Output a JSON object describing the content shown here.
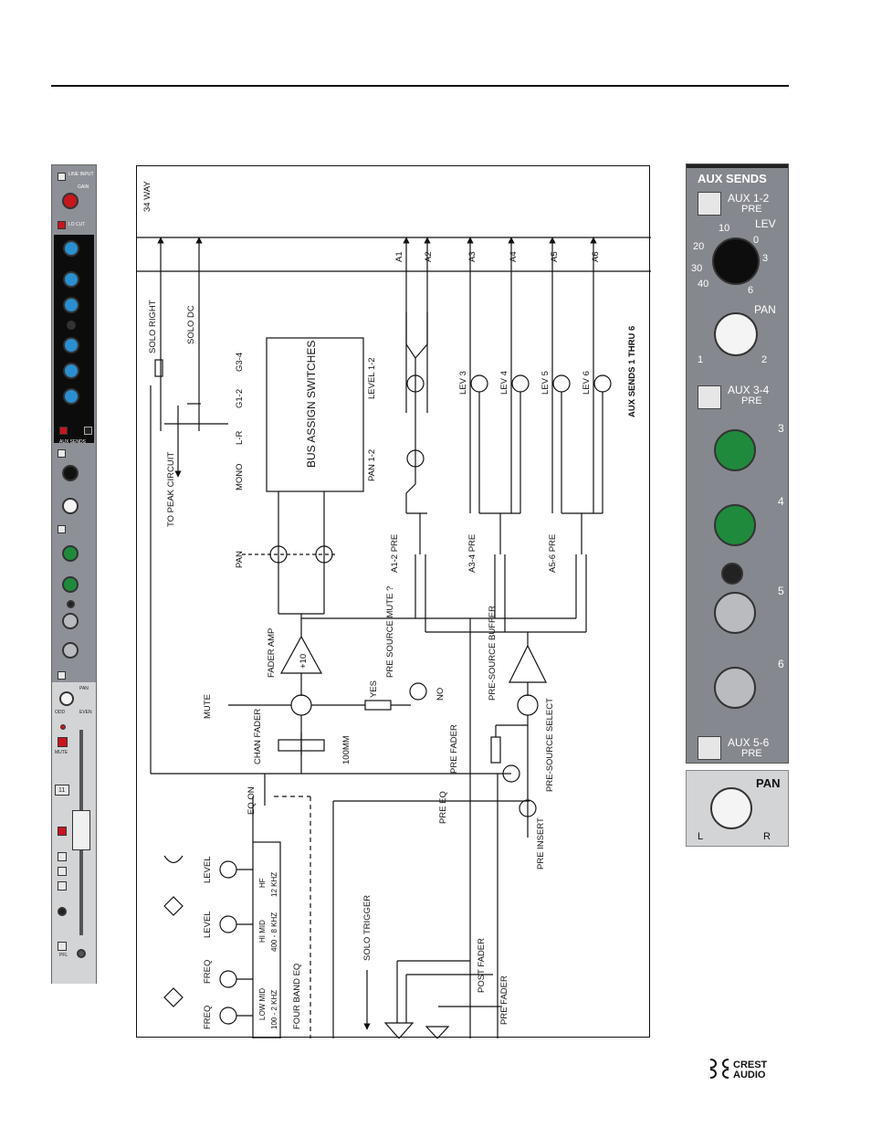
{
  "strip": {
    "line_input": "LINE INPUT",
    "gain": "GAIN",
    "lo_cut": "LO CUT",
    "aux_sends": "AUX SENDS",
    "mute": "MUTE",
    "channel_number": "11",
    "pan": "PAN",
    "odd": "ODD",
    "even": "EVEN",
    "pfl": "PFL"
  },
  "diagram": {
    "title": "34 WAY",
    "solo_right": "SOLO RIGHT",
    "solo_dc": "SOLO DC",
    "to_peak_circuit": "TO PEAK CIRCUIT",
    "bus_assign_switches": "BUS ASSIGN SWITCHES",
    "bus_labels": [
      "G3-4",
      "G1-2",
      "L-R",
      "MONO"
    ],
    "pan": "PAN",
    "aux_outputs": [
      "A1",
      "A2",
      "A3",
      "A4",
      "A5",
      "A6"
    ],
    "level_1_2": "LEVEL 1-2",
    "pan_1_2": "PAN 1-2",
    "lev_labels": [
      "LEV 3",
      "LEV 4",
      "LEV 5",
      "LEV 6"
    ],
    "aux_sends_1_thru_6": "AUX SENDS 1 THRU 6",
    "pre_labels": [
      "A1-2 PRE",
      "A3-4 PRE",
      "A5-6 PRE"
    ],
    "fader_amp": "FADER AMP",
    "gain_10": "+10",
    "mute": "MUTE",
    "yes": "YES",
    "no": "NO",
    "pre_source_mute": "PRE SOURCE MUTE ?",
    "pre_source_buffer": "PRE-SOURCE BUFFER",
    "chan_fader": "CHAN FADER",
    "mm100": "100MM",
    "pre_fader": "PRE FADER",
    "pre_source_select": "PRE-SOURCE SELECT",
    "eq_on": "EQ ON",
    "pre_eq": "PRE EQ",
    "pre_insert": "PRE INSERT",
    "eq_level": "LEVEL",
    "eq_freq": "FREQ",
    "hf": "HF",
    "hf_freq": "12 KHZ",
    "hi_mid": "HI MID",
    "hi_mid_freq": "400 - 8 KHZ",
    "low_mid": "LOW MID",
    "low_mid_freq": "100 - 2 KHZ",
    "four_band_eq": "FOUR BAND EQ",
    "solo_trigger": "SOLO TRIGGER",
    "post_fader": "POST FADER",
    "pre_fader_2": "PRE FADER"
  },
  "aux_panel": {
    "title": "AUX SENDS",
    "aux_1_2": "AUX 1-2",
    "pre": "PRE",
    "lev": "LEV",
    "pan": "PAN",
    "aux_3_4": "AUX 3-4",
    "aux_5_6": "AUX 5-6",
    "pan_left": "1",
    "pan_right": "2",
    "send_numbers": [
      "3",
      "4",
      "5",
      "6"
    ],
    "scale": [
      "10",
      "20",
      "30",
      "40",
      "0",
      "3",
      "6"
    ]
  },
  "pan_panel": {
    "title": "PAN",
    "left": "L",
    "right": "R"
  },
  "logo": {
    "line1": "CREST",
    "line2": "AUDIO"
  },
  "colors": {
    "panel_gray": "#85888e",
    "knob_green": "#1f8a3c",
    "knob_blue": "#2a8fd0",
    "knob_red": "#c8161d"
  }
}
